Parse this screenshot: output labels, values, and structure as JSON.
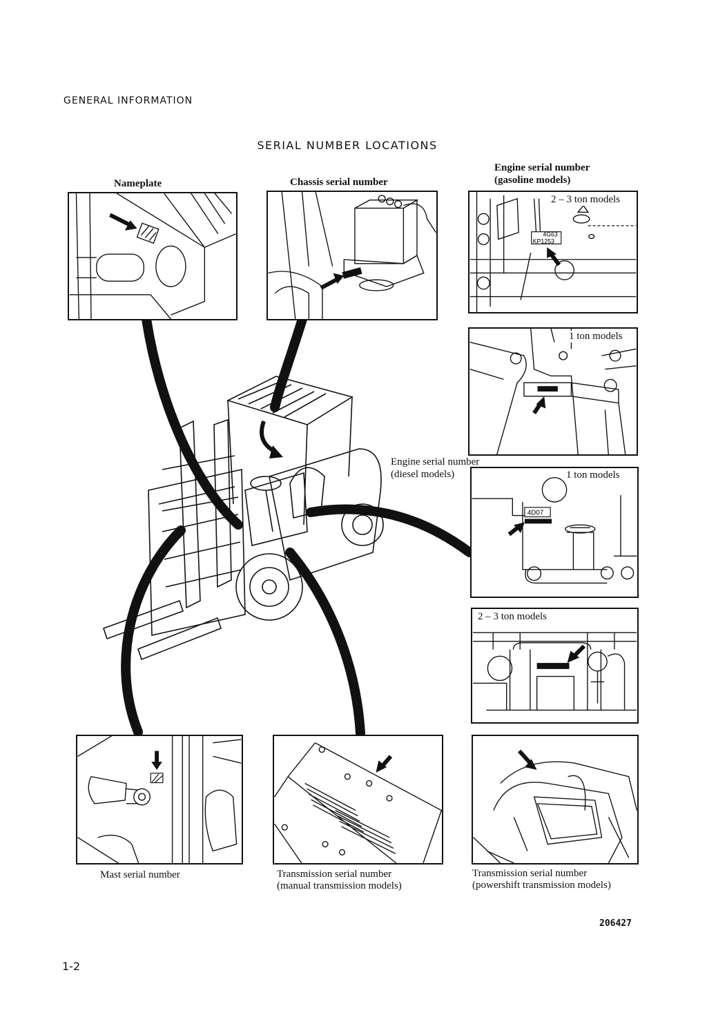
{
  "header": {
    "section": "GENERAL INFORMATION"
  },
  "page_title": "SERIAL NUMBER LOCATIONS",
  "captions": {
    "nameplate": "Nameplate",
    "chassis": "Chassis serial number",
    "engine_gas_line1": "Engine serial number",
    "engine_gas_line2": "(gasoline models)",
    "engine_diesel_line1": "Engine serial number",
    "engine_diesel_line2": "(diesel models)",
    "mast": "Mast serial number",
    "trans_manual_line1": "Transmission serial number",
    "trans_manual_line2": "(manual transmission models)",
    "trans_power_line1": "Transmission serial number",
    "trans_power_line2": "(powershift transmission models)"
  },
  "panel_labels": {
    "gas_23": "2 – 3 ton models",
    "gas_1": "1 ton models",
    "diesel_1": "1 ton models",
    "diesel_23": "2 – 3 ton models"
  },
  "engine_codes": {
    "gas_code_1": "4G63",
    "gas_code_2": "KP1253",
    "diesel_code": "4D07"
  },
  "figure_number": "206427",
  "page_number": "1-2"
}
